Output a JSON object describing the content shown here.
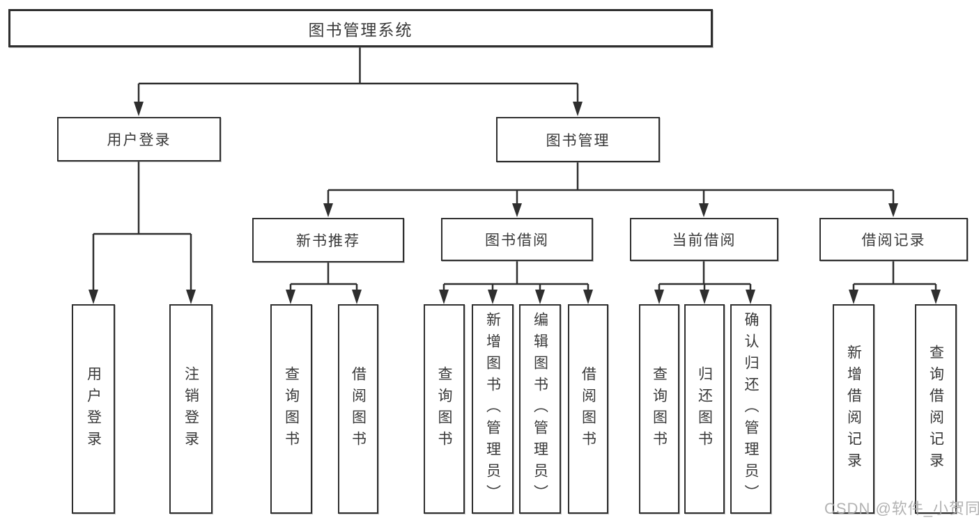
{
  "tree": {
    "root": {
      "label": "图书管理系统"
    },
    "branches": [
      {
        "label": "用户登录",
        "children": [
          {
            "label": "用户登录"
          },
          {
            "label": "注销登录"
          }
        ]
      },
      {
        "label": "图书管理",
        "children": [
          {
            "label": "新书推荐",
            "children": [
              {
                "label": "查询图书"
              },
              {
                "label": "借阅图书"
              }
            ]
          },
          {
            "label": "图书借阅",
            "children": [
              {
                "label": "查询图书"
              },
              {
                "label": "新增图书（管理员）"
              },
              {
                "label": "编辑图书（管理员）"
              },
              {
                "label": "借阅图书"
              }
            ]
          },
          {
            "label": "当前借阅",
            "children": [
              {
                "label": "查询图书"
              },
              {
                "label": "归还图书"
              },
              {
                "label": "确认归还（管理员）"
              }
            ]
          },
          {
            "label": "借阅记录",
            "children": [
              {
                "label": "新增借阅记录"
              },
              {
                "label": "查询借阅记录"
              }
            ]
          }
        ]
      }
    ]
  },
  "colors": {
    "line": "#2e2e2e",
    "box_border": "#2e2e2e",
    "text": "#383838",
    "watermark": "#a8a8a8"
  },
  "watermark": {
    "text": "CSDN @软件_小贺同学"
  }
}
